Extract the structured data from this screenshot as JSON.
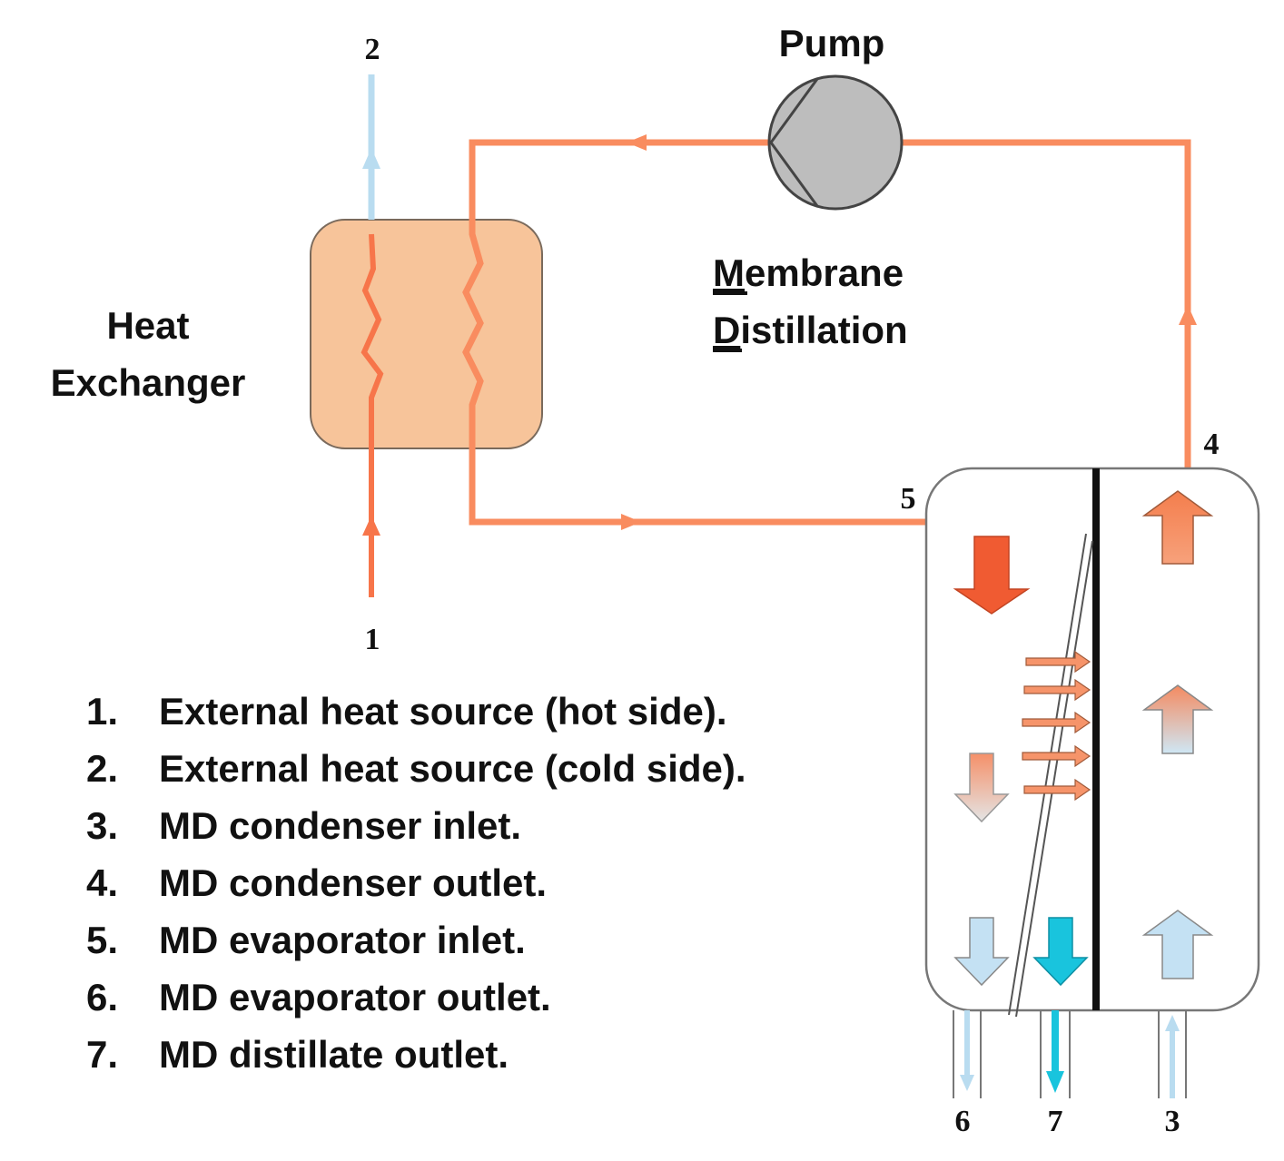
{
  "labels": {
    "pump": "Pump",
    "heat_exchanger_line1": "Heat",
    "heat_exchanger_line2": "Exchanger",
    "md_line1_initial": "M",
    "md_line1_rest": "embrane",
    "md_line2_initial": "D",
    "md_line2_rest": "istillation"
  },
  "points": {
    "p1": "1",
    "p2": "2",
    "p3": "3",
    "p4": "4",
    "p5": "5",
    "p6": "6",
    "p7": "7"
  },
  "legend": [
    {
      "num": "1.",
      "text": "External heat source (hot side)."
    },
    {
      "num": "2.",
      "text": "External heat source (cold side)."
    },
    {
      "num": "3.",
      "text": "MD condenser inlet."
    },
    {
      "num": "4.",
      "text": "MD condenser outlet."
    },
    {
      "num": "5.",
      "text": "MD evaporator inlet."
    },
    {
      "num": "6.",
      "text": "MD evaporator outlet."
    },
    {
      "num": "7.",
      "text": "MD distillate outlet."
    }
  ],
  "colors": {
    "hot_pipe": "#f98c5f",
    "hot_strong": "#f05b32",
    "cold": "#b9dcf0",
    "distillate": "#19c4dd",
    "heat_exchanger_fill": "#f7c49a",
    "pump_fill": "#bdbdbd"
  }
}
